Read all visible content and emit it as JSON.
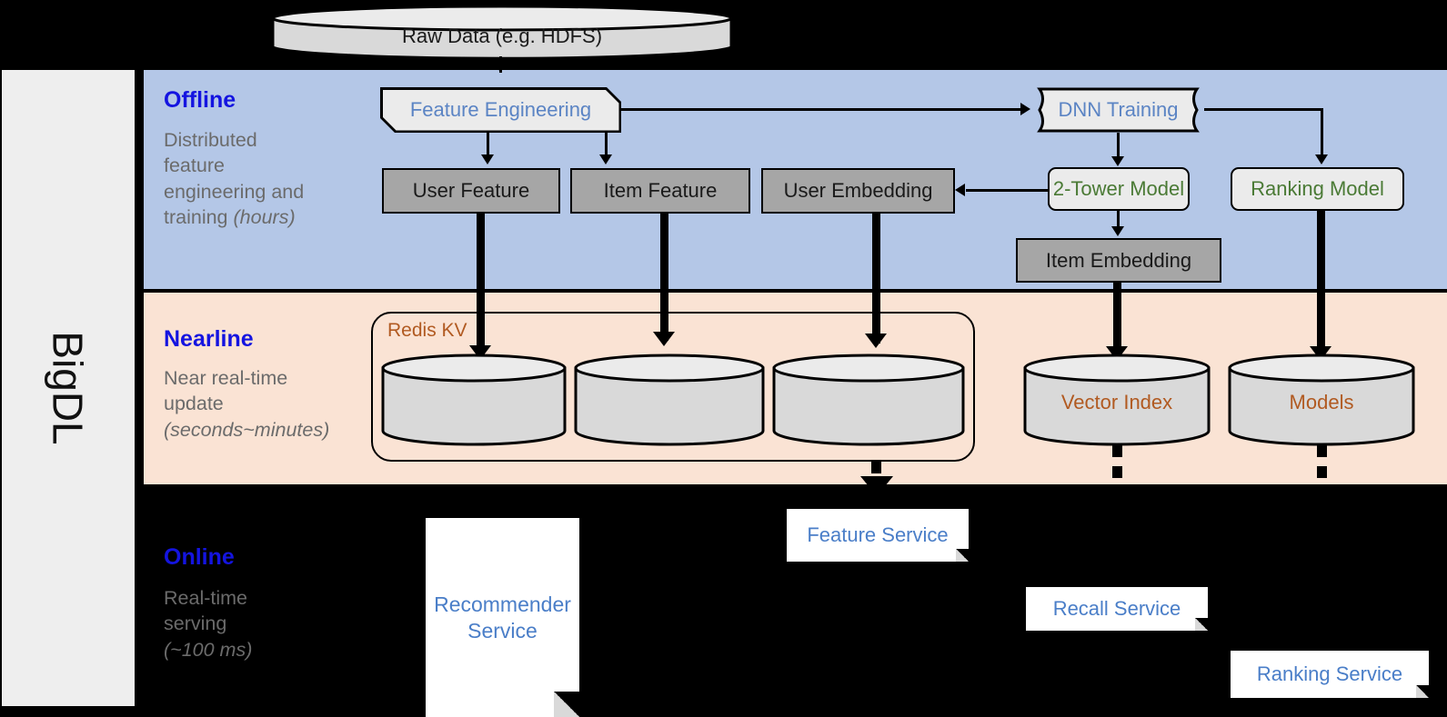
{
  "framework": {
    "name": "BigDL"
  },
  "colors": {
    "offline_band": "#b4c7e7",
    "nearline_band": "#fae3d4",
    "online_band": "#000000",
    "sidebar": "#eeeeee",
    "stage_title": "#1414e0",
    "stage_sub": "#6b6b6b",
    "blue_text": "#5b84c4",
    "green_text": "#4a7a35",
    "brown_text": "#b15a21",
    "gray_fill": "#a6a6a6",
    "light_fill": "#ebebeb"
  },
  "source": {
    "raw_data": {
      "label": "Raw Data (e.g. HDFS)",
      "shape": "cylinder"
    }
  },
  "stages": [
    {
      "id": "offline",
      "title": "Offline",
      "subtitle": "Distributed\nfeature\nengineering and\ntraining (hours)",
      "subtitle_italic_tail": "(hours)"
    },
    {
      "id": "nearline",
      "title": "Nearline",
      "subtitle": "Near real-time\nupdate\n(seconds~minutes)",
      "subtitle_italic_tail": "(seconds~minutes)"
    },
    {
      "id": "online",
      "title": "Online",
      "subtitle": "Real-time\nserving\n(~100 ms)",
      "subtitle_italic_tail": "(~100 ms)"
    }
  ],
  "offline_nodes": {
    "feature_engineering": {
      "label": "Feature Engineering",
      "shape": "beveled-process",
      "text_color": "#5b84c4"
    },
    "dnn_training": {
      "label": "DNN Training",
      "shape": "concave-process",
      "text_color": "#5b84c4"
    },
    "user_feature": {
      "label": "User Feature",
      "shape": "gray-box",
      "text_color": "#1a1a1a"
    },
    "item_feature": {
      "label": "Item Feature",
      "shape": "gray-box",
      "text_color": "#1a1a1a"
    },
    "user_embedding": {
      "label": "User Embedding",
      "shape": "gray-box",
      "text_color": "#1a1a1a"
    },
    "item_embedding": {
      "label": "Item Embedding",
      "shape": "gray-box",
      "text_color": "#1a1a1a"
    },
    "two_tower_model": {
      "label": "2-Tower Model",
      "shape": "round-box",
      "text_color": "#4a7a35"
    },
    "ranking_model": {
      "label": "Ranking Model",
      "shape": "round-box",
      "text_color": "#4a7a35"
    }
  },
  "nearline_nodes": {
    "redis_kv_label": "Redis KV",
    "stores": [
      {
        "label": "",
        "shape": "cylinder"
      },
      {
        "label": "",
        "shape": "cylinder"
      },
      {
        "label": "",
        "shape": "cylinder"
      }
    ],
    "vector_index": {
      "label": "Vector Index",
      "shape": "cylinder",
      "text_color": "#b15a21"
    },
    "models": {
      "label": "Models",
      "shape": "cylinder",
      "text_color": "#b15a21"
    }
  },
  "online_nodes": {
    "recommender_service": {
      "label": "Recommender\nService",
      "shape": "document-card"
    },
    "feature_service": {
      "label": "Feature Service",
      "shape": "document-card"
    },
    "recall_service": {
      "label": "Recall Service",
      "shape": "document-card"
    },
    "ranking_service": {
      "label": "Ranking Service",
      "shape": "document-card"
    }
  },
  "diagram_meta": {
    "type": "architecture-flow",
    "title": "BigDL recommender system architecture",
    "bands": [
      "Offline",
      "Nearline",
      "Online"
    ]
  }
}
